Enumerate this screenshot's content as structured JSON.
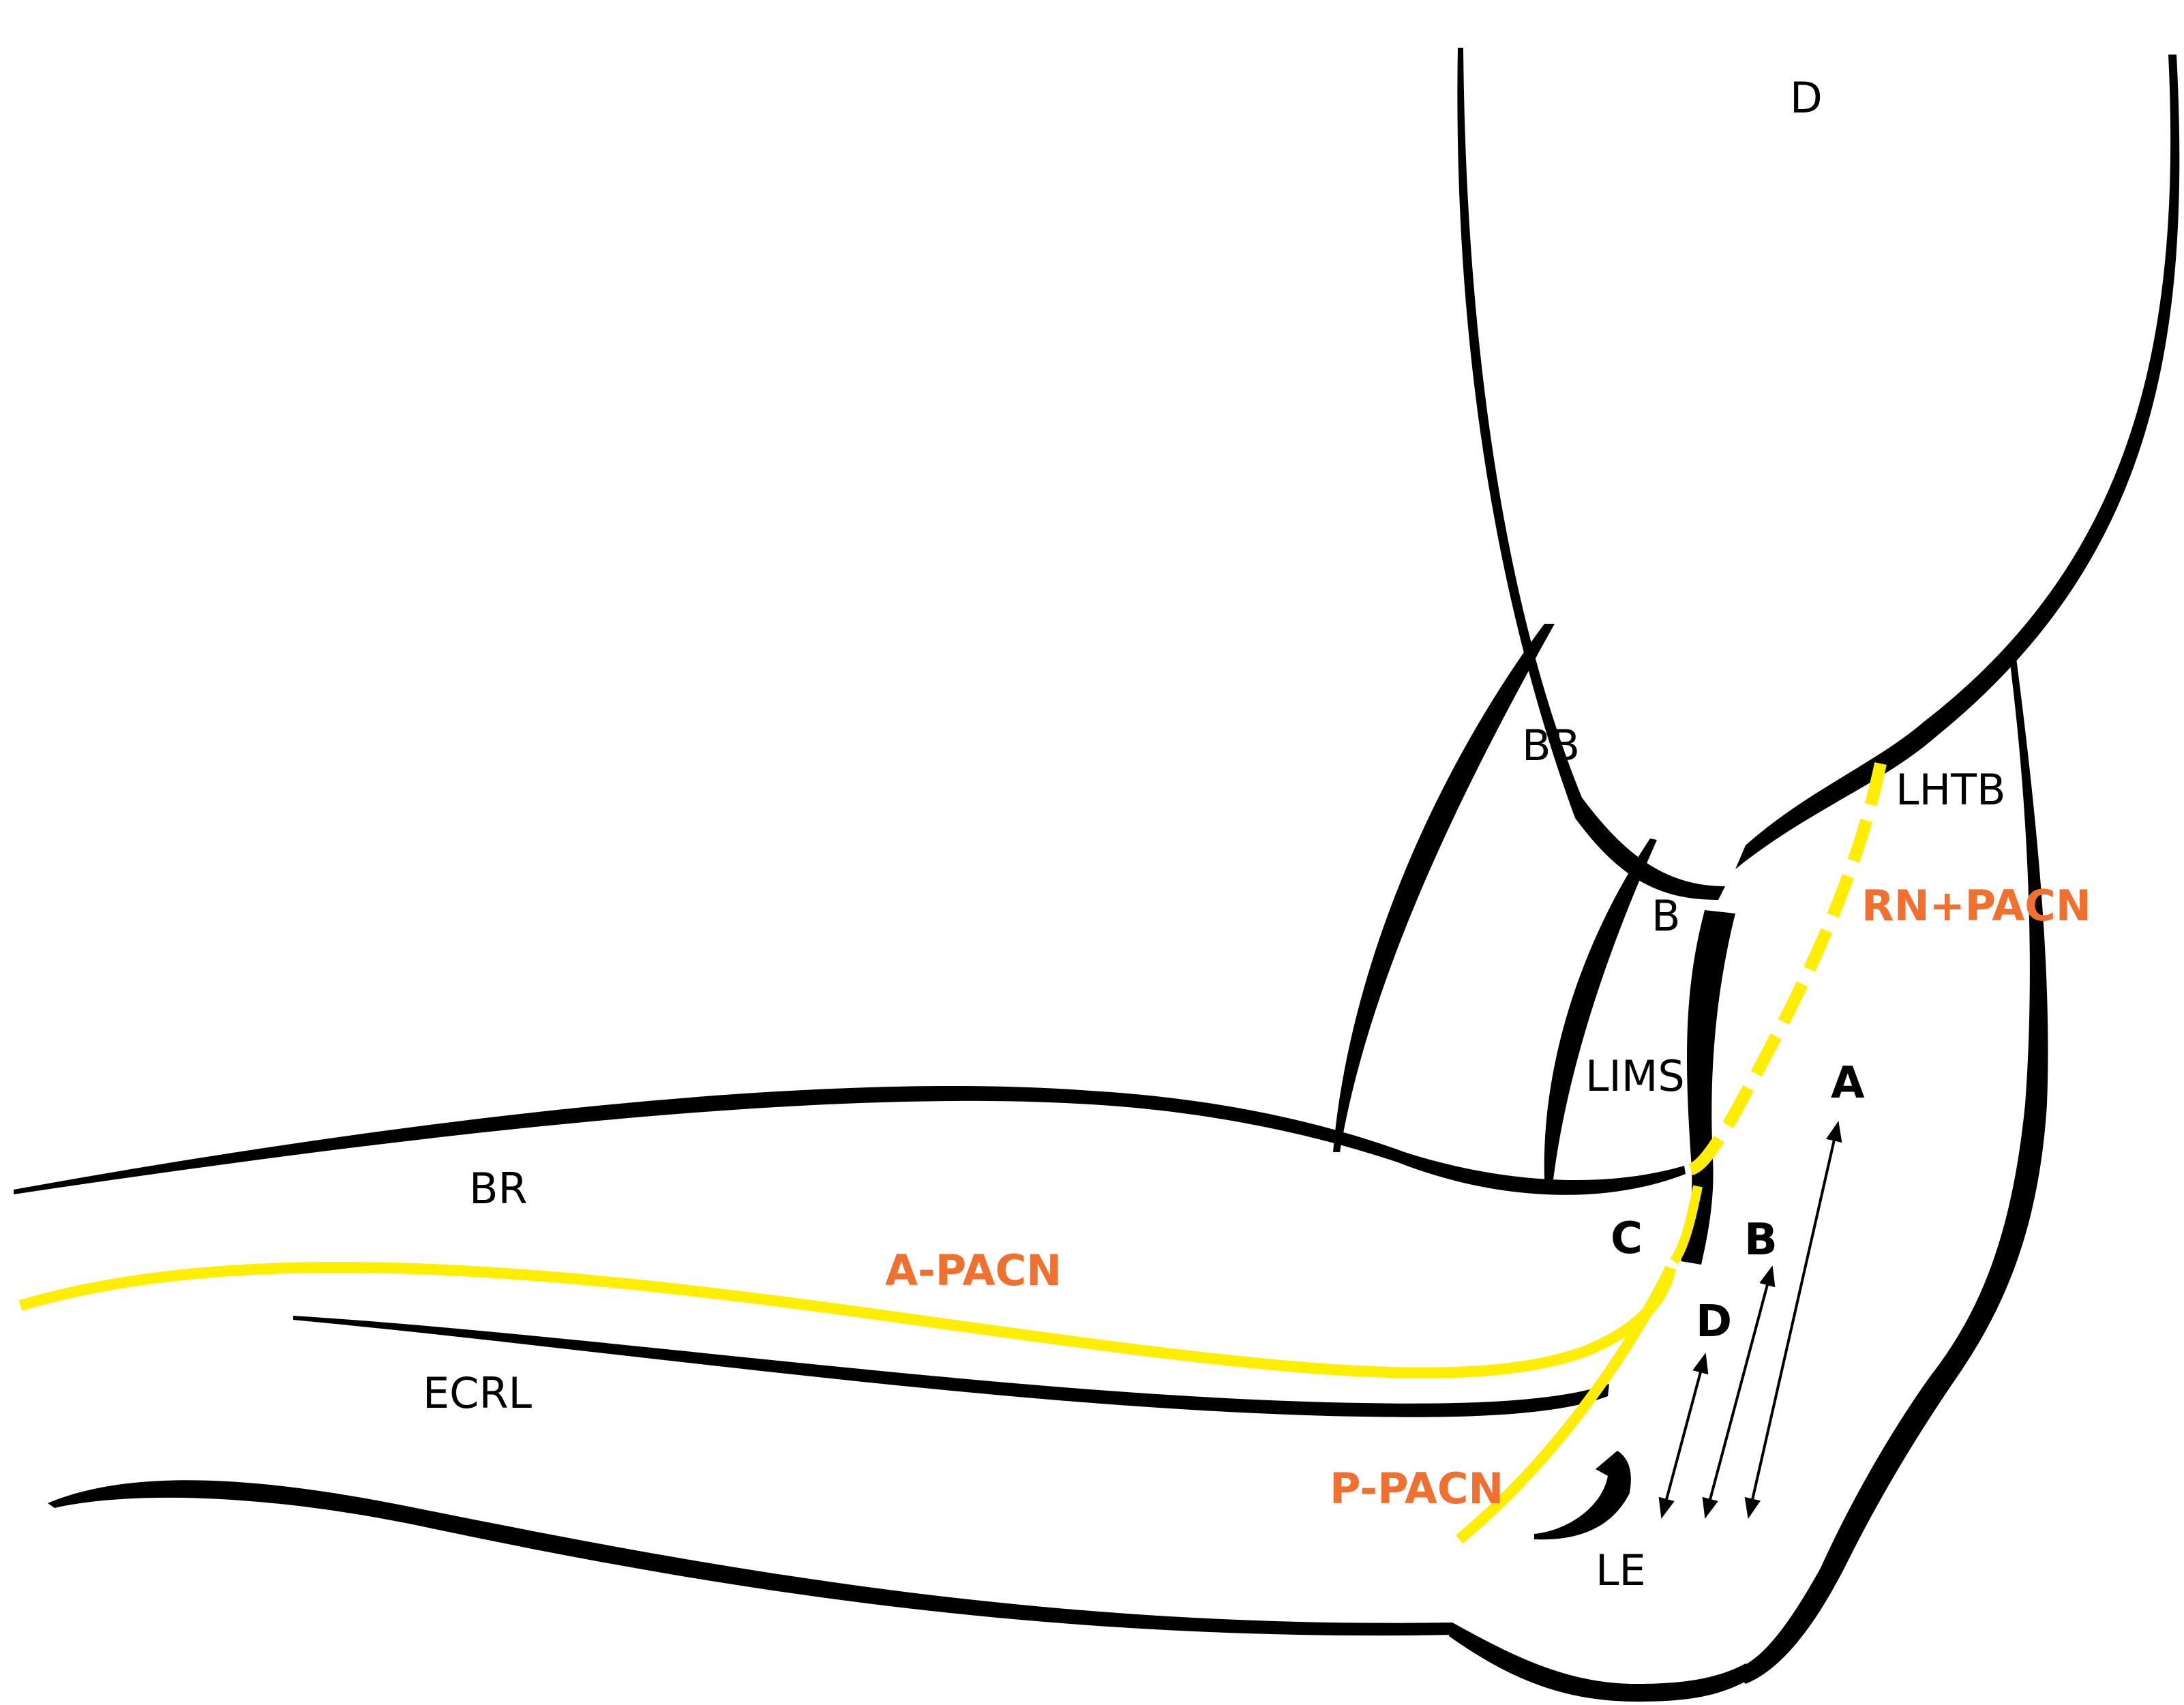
{
  "colors": {
    "outline": "#000000",
    "nerve": "#ffee00",
    "nerve_label": "#f07030",
    "background": "#ffffff"
  },
  "structures": {
    "d": "D",
    "bb": "BB",
    "b": "B",
    "lhtb": "LHTB",
    "lims": "LIMS",
    "br": "BR",
    "ecrl": "ECRL",
    "le": "LE"
  },
  "nerves": {
    "rn_pacn": "RN+PACN",
    "a_pacn": "A-PACN",
    "p_pacn": "P-PACN"
  },
  "measurements": {
    "a": "A",
    "b": "B",
    "c": "C",
    "d": "D"
  }
}
